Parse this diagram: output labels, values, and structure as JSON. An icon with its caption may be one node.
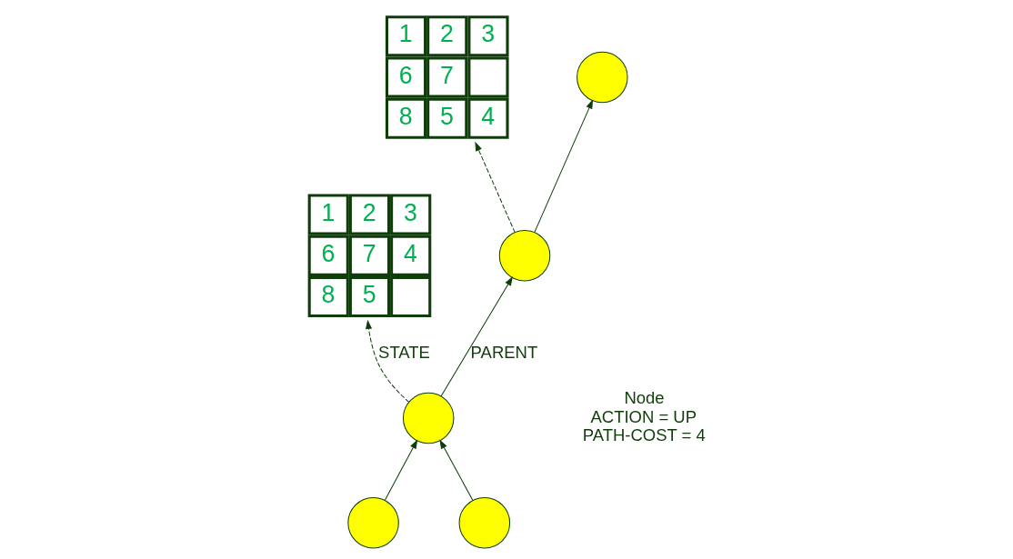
{
  "diagram": {
    "nodes": [
      {
        "text": [
          "1",
          "2",
          "3",
          "6",
          "7",
          "8",
          "5",
          "4"
        ]
      },
      {
        "text": [
          "1",
          "2",
          "3",
          "6",
          "7",
          "4",
          "8",
          "5"
        ]
      },
      {
        "text": [],
        "shape": "circle"
      },
      {
        "text": [],
        "shape": "circle"
      },
      {
        "text": [],
        "shape": "circle",
        "beside": [
          "Node",
          "ACTION = UP",
          "PATH-COST = 4"
        ]
      },
      {
        "text": [],
        "shape": "circle"
      },
      {
        "text": [],
        "shape": "circle"
      }
    ],
    "edges": [
      {
        "from": 3,
        "to": 2,
        "arrow": "to"
      },
      {
        "from": 3,
        "to": 0,
        "arrow": "to",
        "style": "dashed"
      },
      {
        "from": 4,
        "to": 3,
        "arrow": "to",
        "label": "PARENT"
      },
      {
        "from": 4,
        "to": 1,
        "arrow": "to",
        "style": "dashed",
        "label": "STATE"
      },
      {
        "from": 5,
        "to": 4,
        "arrow": "to"
      },
      {
        "from": 6,
        "to": 4,
        "arrow": "to"
      }
    ]
  }
}
